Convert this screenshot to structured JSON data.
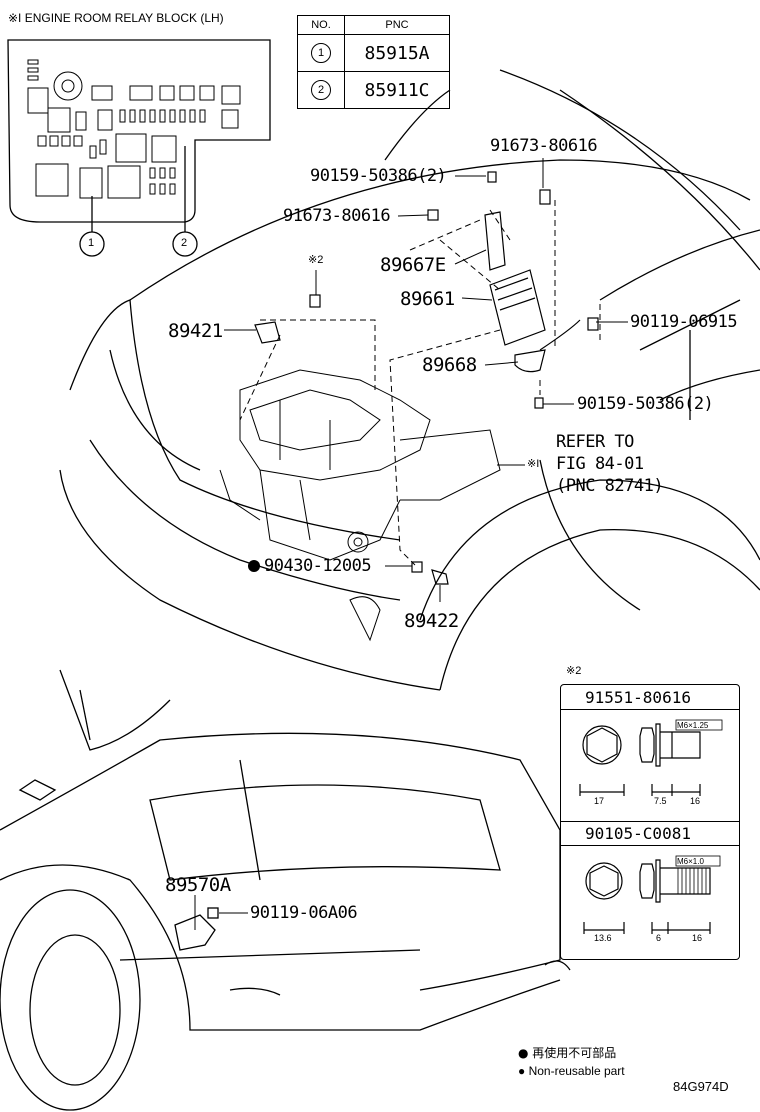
{
  "relay_block": {
    "title": "※I ENGINE ROOM RELAY BLOCK (LH)",
    "callout_1": "1",
    "callout_2": "2"
  },
  "pnc_table": {
    "headers": [
      "NO.",
      "PNC"
    ],
    "rows": [
      {
        "no": "1",
        "pnc": "85915A"
      },
      {
        "no": "2",
        "pnc": "85911C"
      }
    ]
  },
  "part_labels": {
    "p1": "91673-80616",
    "p2": "90159-50386(2)",
    "p3": "91673-80616",
    "p4": "89667E",
    "p5": "89661",
    "p6": "89421",
    "p7": "※2",
    "p8": "90119-06915",
    "p9": "89668",
    "p10": "90159-50386(2)",
    "p11": "REFER TO",
    "p12": "FIG 84-01",
    "p13": "(PNC 82741)",
    "p14": "※I",
    "p15": "90430-12005",
    "p16": "89422",
    "p17": "89570A",
    "p18": "90119-06A06"
  },
  "detail_box": {
    "marker": "※2",
    "bolt1": {
      "pnc": "91551-80616",
      "thread": "M6×1.25",
      "dim_head": "17",
      "dim_flange": "7.5",
      "dim_len": "16"
    },
    "bolt2": {
      "pnc": "90105-C0081",
      "thread": "M6×1.0",
      "dim_head": "13.6",
      "dim_flange": "6",
      "dim_len": "16"
    }
  },
  "legend": {
    "line_jp": "● 再使用不可部品",
    "line_en": "● Non-reusable part"
  },
  "figure_code": "84G974D"
}
